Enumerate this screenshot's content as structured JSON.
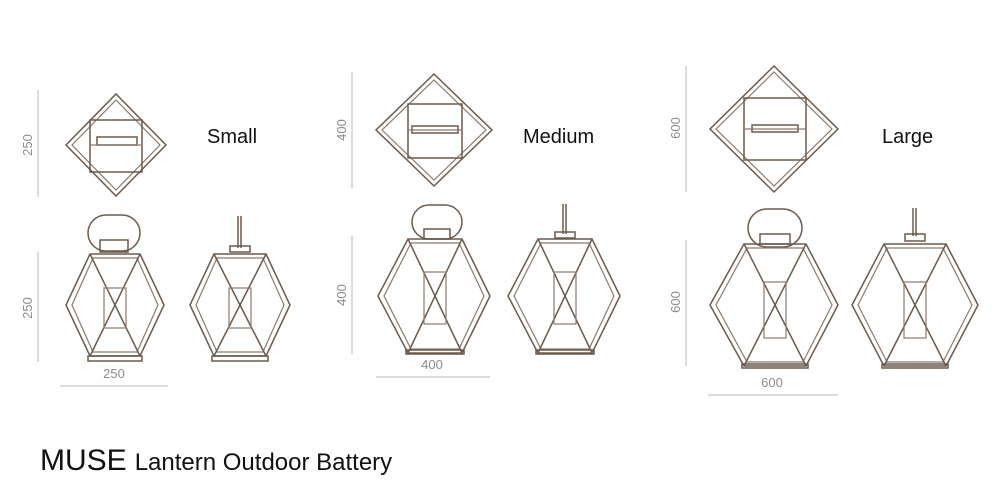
{
  "sizes": [
    {
      "label": "Small",
      "top_height": "250",
      "side_height": "250",
      "width": "250"
    },
    {
      "label": "Medium",
      "top_height": "400",
      "side_height": "400",
      "width": "400"
    },
    {
      "label": "Large",
      "top_height": "600",
      "side_height": "600",
      "width": "600"
    }
  ],
  "product": {
    "name": "MUSE",
    "subtitle": "Lantern Outdoor Battery"
  },
  "colors": {
    "line": "#6b5a4e",
    "dimension": "#b9b9b9",
    "text": "#111111"
  }
}
